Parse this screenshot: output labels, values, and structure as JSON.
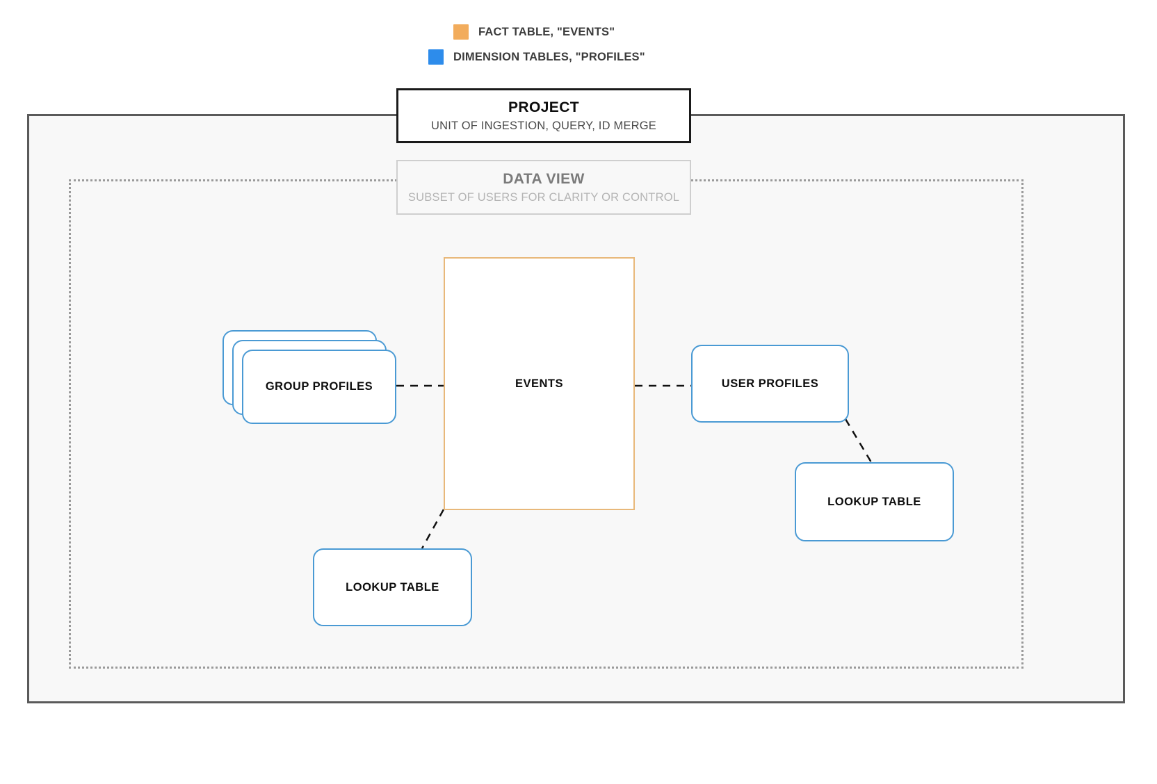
{
  "legend": [
    {
      "swatch_color": "#F2AC5C",
      "label": "FACT TABLE, \"EVENTS\"",
      "icon": "square-swatch"
    },
    {
      "swatch_color": "#2D8CEB",
      "label": "DIMENSION TABLES, \"PROFILES\"",
      "icon": "square-swatch"
    }
  ],
  "project": {
    "title": "PROJECT",
    "subtitle": "UNIT OF INGESTION, QUERY, ID MERGE",
    "border_color": "#1A1A1A",
    "fill_color": "#F8F8F8"
  },
  "data_view": {
    "title": "DATA VIEW",
    "subtitle": "SUBSET OF USERS FOR CLARITY OR CONTROL",
    "border_color": "#CFCFCF",
    "title_color": "#7A7A7A",
    "subtitle_color": "#B4B4B4"
  },
  "nodes": {
    "events": {
      "label": "EVENTS",
      "border_color": "#E8B87A",
      "kind": "fact-table"
    },
    "group_profiles": {
      "label": "GROUP PROFILES",
      "border_color": "#4A9AD4",
      "kind": "dimension-table-stack",
      "stack_count": 3
    },
    "user_profiles": {
      "label": "USER PROFILES",
      "border_color": "#4A9AD4",
      "kind": "dimension-table"
    },
    "lookup_table_left": {
      "label": "LOOKUP TABLE",
      "border_color": "#4A9AD4",
      "kind": "lookup-table"
    },
    "lookup_table_right": {
      "label": "LOOKUP TABLE",
      "border_color": "#4A9AD4",
      "kind": "lookup-table"
    }
  },
  "connections": [
    {
      "from": "group_profiles",
      "to": "events",
      "style": "dashed"
    },
    {
      "from": "events",
      "to": "user_profiles",
      "style": "dashed"
    },
    {
      "from": "user_profiles",
      "to": "lookup_table_right",
      "style": "dashed"
    },
    {
      "from": "events",
      "to": "lookup_table_left",
      "style": "dashed"
    }
  ]
}
